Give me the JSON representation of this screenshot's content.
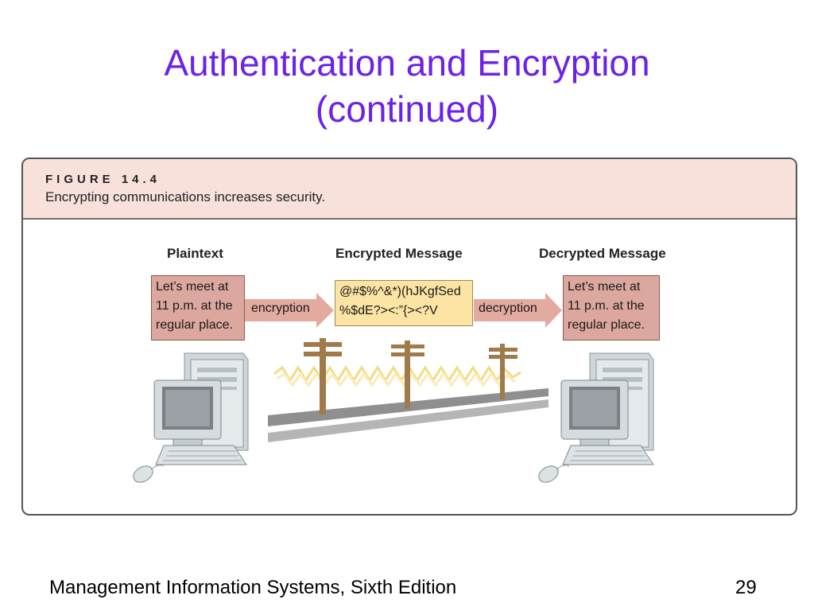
{
  "slide": {
    "title_line1": "Authentication and Encryption",
    "title_line2": "(continued)",
    "footer_left": "Management Information Systems, Sixth Edition",
    "page_number": "29"
  },
  "figure": {
    "number": "FIGURE 14.4",
    "caption": "Encrypting communications increases security.",
    "labels": {
      "plaintext": "Plaintext",
      "encrypted": "Encrypted Message",
      "decrypted": "Decrypted Message"
    },
    "plaintext_lines": [
      "Let’s meet at",
      "11 p.m. at the",
      "regular place."
    ],
    "encrypted_lines": [
      "@#$%^&*)(hJKgfSed",
      "%$dE?><:”{><?V"
    ],
    "decrypted_lines": [
      "Let’s meet at",
      "11 p.m. at the",
      "regular place."
    ],
    "arrow_encryption": "encryption",
    "arrow_decryption": "decryption",
    "colors": {
      "title": "#6c22e8",
      "header_band": "#f7e1da",
      "message_box": "#dba79e",
      "encrypted_box": "#fbe4a4",
      "arrow": "#e3aaa0",
      "pole": "#a07a4a"
    },
    "icons": [
      "sender-computer-icon",
      "receiver-computer-icon",
      "telephone-pole-icon",
      "signal-wave-icon"
    ]
  }
}
